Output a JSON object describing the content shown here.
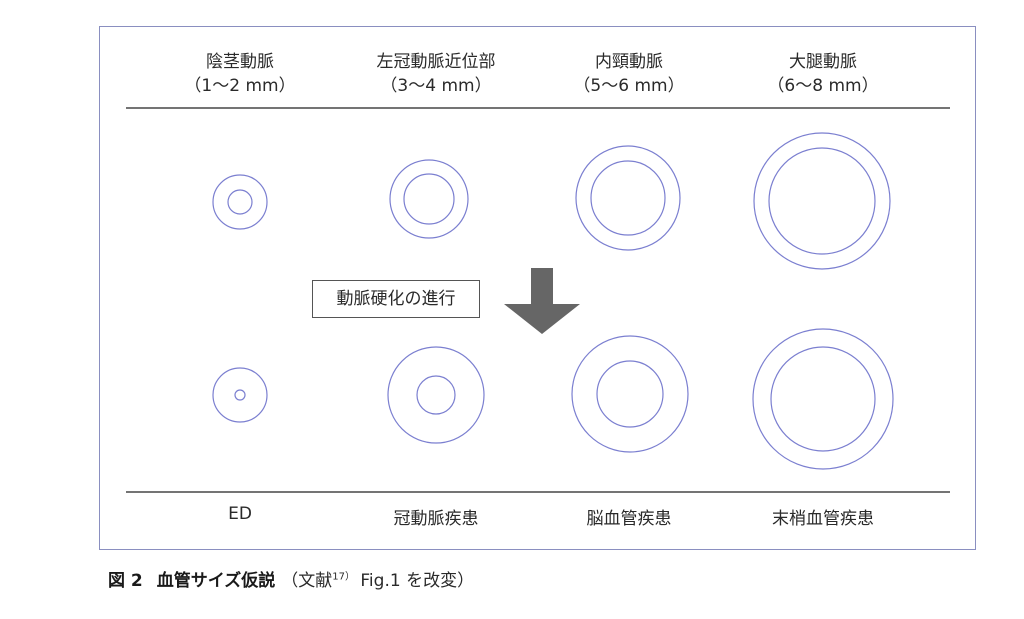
{
  "columns": [
    {
      "name": "陰茎動脈",
      "size": "（1〜2 mm）",
      "disease": "ED"
    },
    {
      "name": "左冠動脈近位部",
      "size": "（3〜4 mm）",
      "disease": "冠動脈疾患"
    },
    {
      "name": "内頸動脈",
      "size": "（5〜6 mm）",
      "disease": "脳血管疾患"
    },
    {
      "name": "大腿動脈",
      "size": "（6〜8 mm）",
      "disease": "末梢血管疾患"
    }
  ],
  "progress_label": "動脈硬化の進行",
  "caption": {
    "number": "図 2",
    "title": "血管サイズ仮説",
    "note_prefix": "（文献",
    "note_ref": "17）",
    "note_suffix": " Fig.1 を改変）"
  },
  "colors": {
    "vessel_stroke": "#7b7fd0",
    "arrow": "#666666",
    "frame": "#8a8fc0",
    "rule": "#222222"
  }
}
